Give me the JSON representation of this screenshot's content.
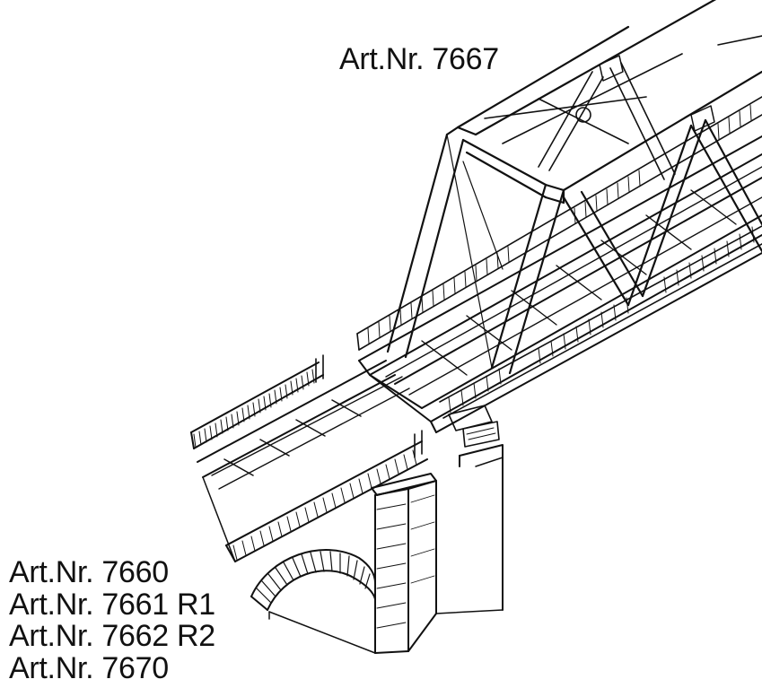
{
  "labels": {
    "truss_bridge": "Art.Nr. 7667",
    "parts": [
      "Art.Nr. 7660",
      "Art.Nr. 7661 R1",
      "Art.Nr. 7662 R2",
      "Art.Nr. 7670"
    ]
  },
  "colors": {
    "ink": "#111111",
    "paper": "#ffffff"
  }
}
